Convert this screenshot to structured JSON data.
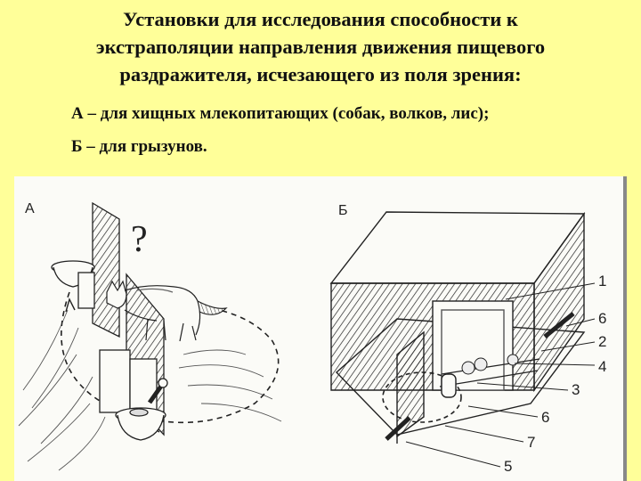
{
  "title": {
    "line1": "Установки для исследования способности к",
    "line2": "экстраполяции направления движения пищевого",
    "line3": "раздражителя, исчезающего из поля зрения:"
  },
  "items": [
    {
      "text": "А – для хищных млекопитающих (собак, волков, лис);"
    },
    {
      "text": "Б – для грызунов."
    }
  ],
  "figure": {
    "panel_a_label": "А",
    "panel_b_label": "Б",
    "question_mark": "?",
    "callouts": [
      "1",
      "6",
      "2",
      "4",
      "3",
      "6",
      "7",
      "5"
    ]
  }
}
